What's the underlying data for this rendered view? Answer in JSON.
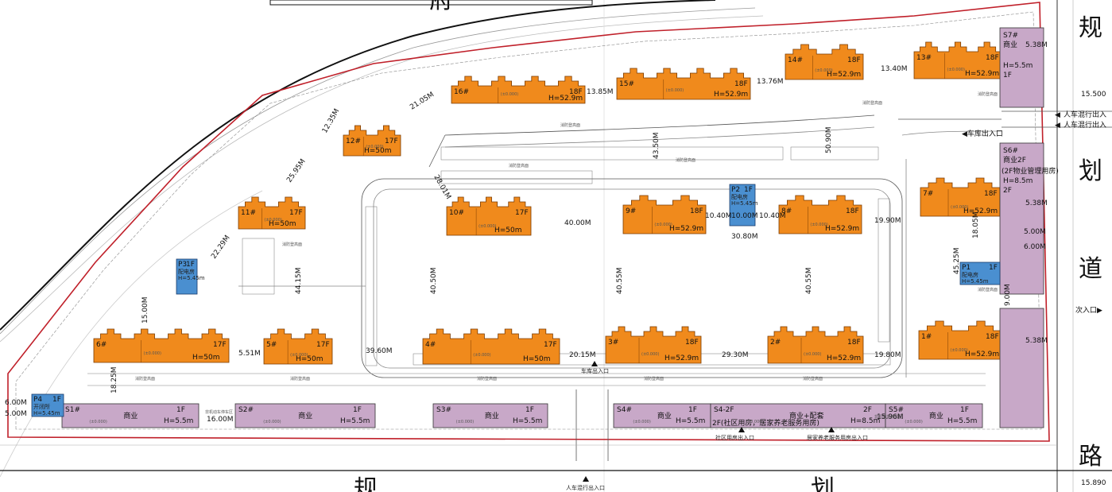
{
  "colors": {
    "residential": "#f08a1c",
    "commercial": "#c8a8c8",
    "utility": "#4a8fd0",
    "boundary": "#c0202a",
    "road": "#777777",
    "fence": "#8a3a9a"
  },
  "road_labels": {
    "top": "府",
    "right": [
      "规",
      "划",
      "道",
      "路"
    ],
    "bottom": [
      "规",
      "划"
    ]
  },
  "entrances": {
    "bottom": "人车混行出入口",
    "right_1": "人车混行出入",
    "right_2": "人车混行出入",
    "right_secondary": "次入口▶",
    "garage_right": "◀车库出入口",
    "garage_bottom": "车库出入口"
  },
  "elevations": {
    "right_top": "15.500",
    "right_bottom": "15.890"
  },
  "residential": [
    {
      "id": "16#",
      "floors": "18F",
      "height": "H=52.9m"
    },
    {
      "id": "15#",
      "floors": "18F",
      "height": "H=52.9m"
    },
    {
      "id": "14#",
      "floors": "18F",
      "height": "H=52.9m"
    },
    {
      "id": "13#",
      "floors": "18F",
      "height": "H=52.9m"
    },
    {
      "id": "12#",
      "floors": "17F",
      "height": "H=50m"
    },
    {
      "id": "11#",
      "floors": "17F",
      "height": "H=50m"
    },
    {
      "id": "10#",
      "floors": "17F",
      "height": "H=50m"
    },
    {
      "id": "9#",
      "floors": "18F",
      "height": "H=52.9m"
    },
    {
      "id": "8#",
      "floors": "18F",
      "height": "H=52.9m"
    },
    {
      "id": "7#",
      "floors": "18F",
      "height": "H=52.9m"
    },
    {
      "id": "6#",
      "floors": "17F",
      "height": "H=50m"
    },
    {
      "id": "5#",
      "floors": "17F",
      "height": "H=50m"
    },
    {
      "id": "4#",
      "floors": "17F",
      "height": "H=50m"
    },
    {
      "id": "3#",
      "floors": "18F",
      "height": "H=52.9m"
    },
    {
      "id": "2#",
      "floors": "18F",
      "height": "H=52.9m"
    },
    {
      "id": "1#",
      "floors": "18F",
      "height": "H=52.9m"
    }
  ],
  "commercial": [
    {
      "id": "S1#",
      "floors": "1F",
      "use": "商业",
      "height": "H=5.5m"
    },
    {
      "id": "S2#",
      "floors": "1F",
      "use": "商业",
      "height": "H=5.5m"
    },
    {
      "id": "S3#",
      "floors": "1F",
      "use": "商业",
      "height": "H=5.5m"
    },
    {
      "id": "S4#",
      "floors": "1F",
      "use": "商业",
      "height": "H=5.5m"
    },
    {
      "id": "S4-2F",
      "floors": "2F",
      "use": "商业+配套",
      "height": "H=8.5m",
      "note": "2F(社区用房，居家养老服务用房)"
    },
    {
      "id": "S5#",
      "floors": "1F",
      "use": "商业",
      "height": "H=5.5m"
    },
    {
      "id": "S6#",
      "floors": "2F",
      "use": "商业2F",
      "height": "H=8.5m",
      "note": "(2F物业管理用房)"
    },
    {
      "id": "S7#",
      "floors": "1F",
      "use": "商业",
      "height": "H=5.5m"
    }
  ],
  "utility": [
    {
      "id": "P1",
      "floors": "1F",
      "use": "配电房",
      "height": "H=5.45m"
    },
    {
      "id": "P2",
      "floors": "1F",
      "use": "配电房",
      "height": "H=5.45m"
    },
    {
      "id": "P3",
      "floors": "1F",
      "use": "配电房",
      "height": "H=5.45m"
    },
    {
      "id": "P4",
      "floors": "1F",
      "use": "开闭所",
      "height": "H=5.45m"
    }
  ],
  "dimensions": [
    "13.85M",
    "13.76M",
    "13.40M",
    "21.05M",
    "12.35M",
    "25.95M",
    "28.01M",
    "40.00M",
    "10.40M",
    "10.00M",
    "10.40M",
    "30.80M",
    "22.29M",
    "44.15M",
    "40.50M",
    "40.55M",
    "40.55M",
    "45.25M",
    "50.90M",
    "43.50M",
    "19.90M",
    "18.05M",
    "15.00M",
    "5.51M",
    "39.60M",
    "20.15M",
    "29.30M",
    "19.80M",
    "18.25M",
    "16.00M",
    "15.96M",
    "6.00M",
    "5.00M",
    "9.00M",
    "5.38M",
    "5.38M",
    "5.38M",
    "5.00M",
    "6.00M"
  ],
  "labels": {
    "fire_face": "消防登高面",
    "zero_level": "(±0.000)",
    "community": "社区用房出入口",
    "elderly": "居家养老服务用房出入口",
    "bike": "非机动车停车区"
  }
}
